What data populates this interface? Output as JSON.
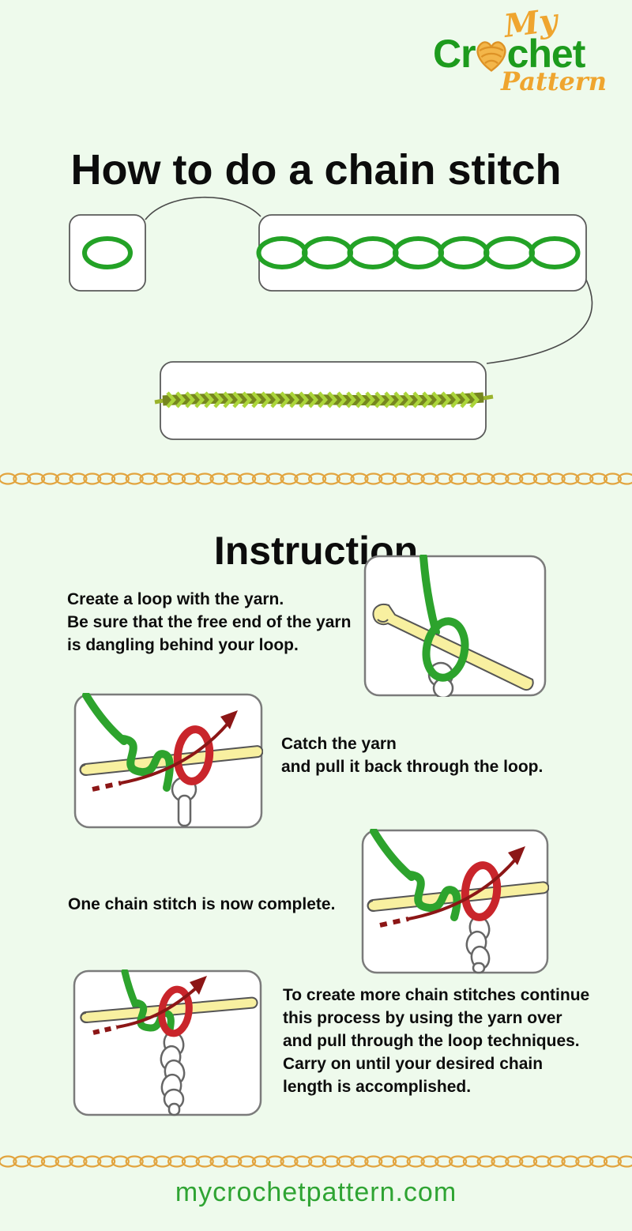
{
  "logo": {
    "my": "My",
    "crochet_prefix": "Cr",
    "crochet_suffix": "chet",
    "pattern": "Pattern",
    "icon": "yarn-ball-heart-icon",
    "green": "#1d9b1d",
    "orange": "#efa52f"
  },
  "title": "How to do a chain stitch",
  "diagram": {
    "single_chain_symbol": "chain-stitch-symbol-oval",
    "chain_row_symbol_count": 7,
    "symbol_color": "#23a226",
    "photo": "crochet-chain-photo",
    "connector": "curved-line"
  },
  "divider": {
    "icon": "gold-chain-divider",
    "color": "#e2a43e"
  },
  "instruction": {
    "heading": "Instruction",
    "steps": [
      {
        "text": "Create a loop with the yarn.\nBe sure that the free end of the yarn\nis dangling behind your loop.",
        "image": "loop-on-hook-illustration",
        "side": "image-right"
      },
      {
        "text": "Catch the yarn\nand pull it back through the loop.",
        "image": "yarn-over-pull-through-illustration",
        "side": "image-left"
      },
      {
        "text": "One chain stitch is now complete.",
        "image": "completed-chain-stitch-illustration",
        "side": "image-right"
      },
      {
        "text": "To create more chain stitches continue\nthis process by using the yarn over\nand pull through the loop techniques.\nCarry on until your desired chain\nlength is accomplished.",
        "image": "repeat-chain-stitches-illustration",
        "side": "image-left"
      }
    ]
  },
  "footer": {
    "site": "mycrochetpattern.com",
    "color": "#2fa433"
  },
  "colors": {
    "background": "#eefaec",
    "yarn_green": "#2da32d",
    "yarn_red": "#c9252b",
    "arrow_dark_red": "#8c1616",
    "hook_yellow": "#f8f0a0",
    "box_border": "#6e6e6e"
  }
}
